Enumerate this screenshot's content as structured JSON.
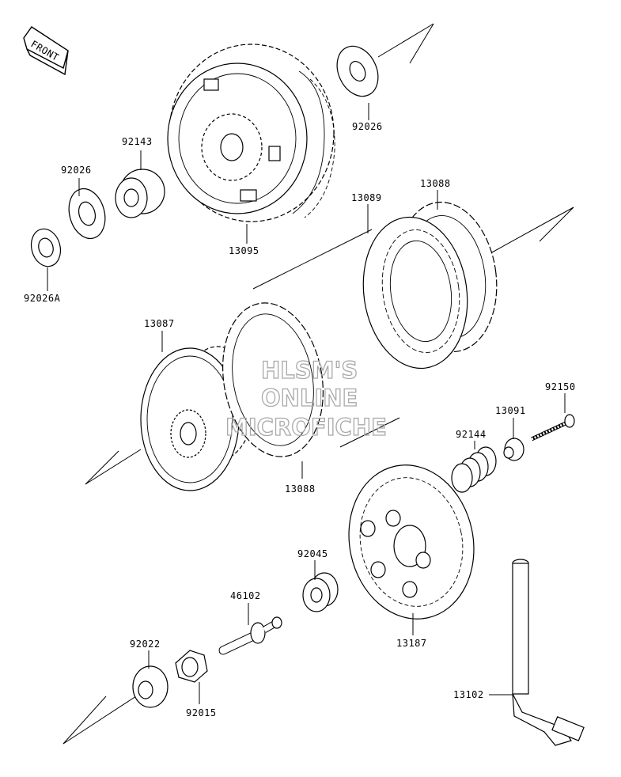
{
  "front_tag": "FRONT",
  "watermark": [
    "HLSM'S",
    "ONLINE",
    "MICROFICHE"
  ],
  "parts": {
    "p92026_top": "92026",
    "p92143": "92143",
    "p92026_left": "92026",
    "p92026A": "92026A",
    "p13095": "13095",
    "p13089": "13089",
    "p13088_top": "13088",
    "p13087": "13087",
    "p13088_bottom": "13088",
    "p92150": "92150",
    "p13091": "13091",
    "p92144": "92144",
    "p92045": "92045",
    "p46102": "46102",
    "p13187": "13187",
    "p92022": "92022",
    "p92015": "92015",
    "p13102": "13102"
  }
}
